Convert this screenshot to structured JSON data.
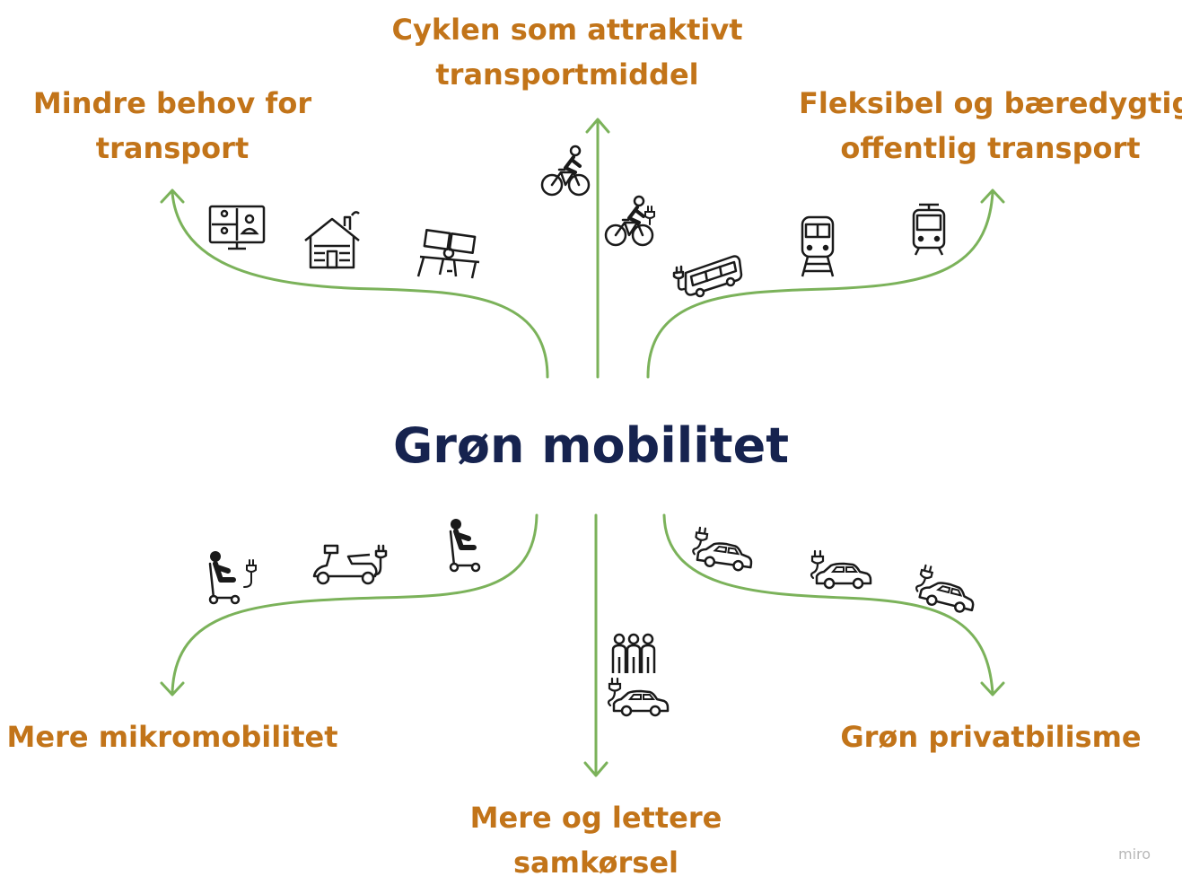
{
  "diagram": {
    "center_title": "Grøn mobilitet",
    "branches": [
      {
        "label_lines": [
          "Cyklen som attraktivt",
          "transportmiddel"
        ],
        "icons": [
          "bicycle-icon",
          "e-bike-icon"
        ]
      },
      {
        "label_lines": [
          "Mindre behov for",
          "transport"
        ],
        "icons": [
          "video-conference-icon",
          "cabin-icon",
          "coworking-desks-icon"
        ]
      },
      {
        "label_lines": [
          "Fleksibel og bæredygtig",
          "offentlig transport"
        ],
        "icons": [
          "electric-bus-icon",
          "train-icon",
          "tram-icon"
        ]
      },
      {
        "label_lines": [
          "Mere mikromobilitet"
        ],
        "icons": [
          "e-scooter-rider-icon",
          "electric-moped-icon",
          "kick-scooter-icon"
        ]
      },
      {
        "label_lines": [
          "Mere og lettere",
          "samkørsel"
        ],
        "icons": [
          "group-of-people-icon",
          "electric-car-icon"
        ]
      },
      {
        "label_lines": [
          "Grøn privatbilisme"
        ],
        "icons": [
          "electric-car-icon",
          "electric-car-icon",
          "electric-car-icon"
        ]
      }
    ]
  },
  "watermark": "miro",
  "colors": {
    "label": "#c27419",
    "center": "#16234f",
    "arrow": "#7bb25a",
    "icon": "#1a1a1a",
    "watermark": "#b8b8b8"
  }
}
